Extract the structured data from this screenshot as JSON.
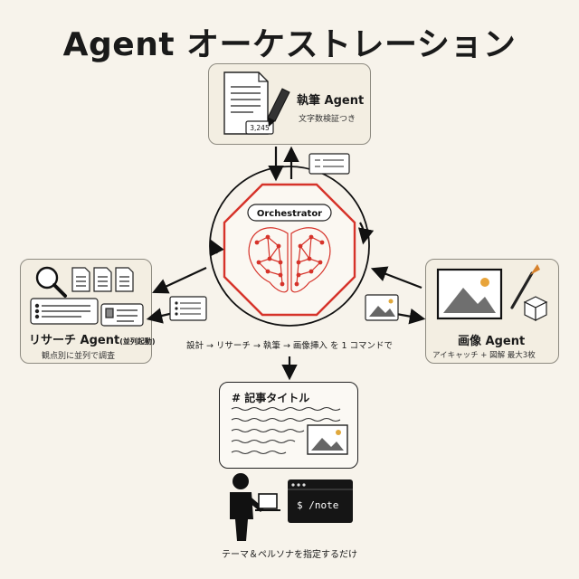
{
  "title": "Agent オーケストレーション",
  "orchestrator": {
    "label": "Orchestrator"
  },
  "writer": {
    "name": "執筆 Agent",
    "desc": "文字数検証つき",
    "count": "3,245"
  },
  "research": {
    "name": "リサーチ Agent",
    "name_suffix": "(並列起動)",
    "desc": "観点別に並列で調査"
  },
  "image": {
    "name": "画像 Agent",
    "desc": "アイキャッチ + 図解 最大3枚"
  },
  "flow": "設計 → リサーチ → 執筆 → 画像挿入 を 1 コマンドで",
  "article": {
    "heading": "# 記事タイトル"
  },
  "terminal": {
    "command": "$ /note"
  },
  "footer": "テーマ＆ペルソナを指定するだけ",
  "colors": {
    "accent": "#d6332a",
    "ink": "#1a1a1a",
    "card": "#f3eee2",
    "background": "#f7f3eb"
  }
}
